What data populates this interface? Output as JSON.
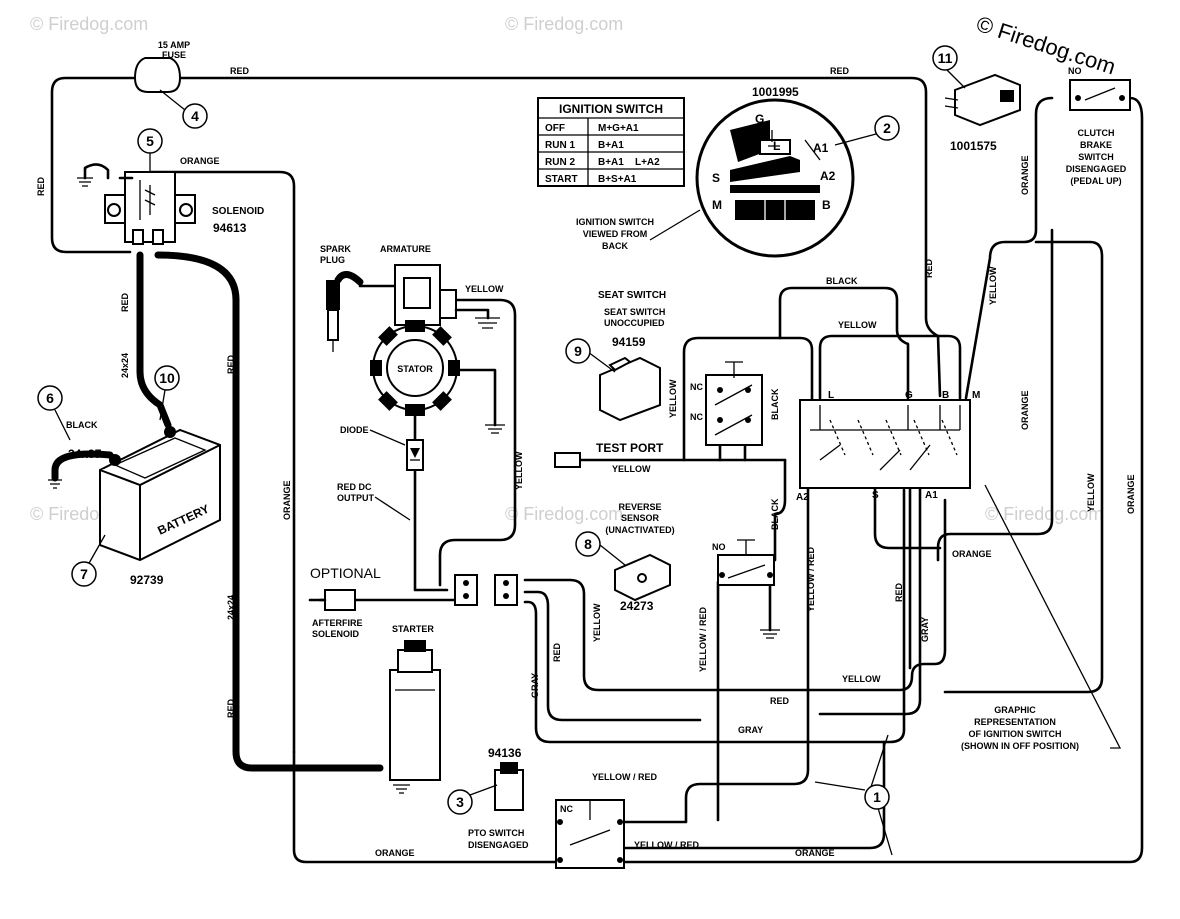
{
  "watermarks": {
    "main": "© Firedog.com",
    "faint": "© Firedog.com"
  },
  "ignition_table": {
    "title": "IGNITION SWITCH",
    "rows": [
      {
        "pos": "OFF",
        "conn": "M+G+A1"
      },
      {
        "pos": "RUN 1",
        "conn": "B+A1"
      },
      {
        "pos": "RUN 2",
        "conn": "B+A1    L+A2"
      },
      {
        "pos": "START",
        "conn": "B+S+A1"
      }
    ]
  },
  "ignition_switch": {
    "part": "1001995",
    "terminals": {
      "g": "G",
      "l": "L",
      "a1": "A1",
      "a2": "A2",
      "s": "S",
      "m": "M",
      "b": "B"
    },
    "view_line1": "IGNITION SWITCH",
    "view_line2": "VIEWED FROM",
    "view_line3": "BACK"
  },
  "fuse": {
    "line1": "15 AMP",
    "line2": "FUSE"
  },
  "solenoid": {
    "label": "SOLENOID",
    "part": "94613"
  },
  "battery": {
    "label": "BATTERY",
    "part": "92739"
  },
  "cables": {
    "c1": "24x24",
    "c2": "24x37",
    "c3": "24x24"
  },
  "spark_plug": {
    "line1": "SPARK",
    "line2": "PLUG"
  },
  "armature": "ARMATURE",
  "stator": "STATOR",
  "diode": "DIODE",
  "red_dc": {
    "line1": "RED DC",
    "line2": "OUTPUT"
  },
  "optional": "OPTIONAL",
  "afterfire": {
    "line1": "AFTERFIRE",
    "line2": "SOLENOID"
  },
  "starter": "STARTER",
  "pto": {
    "part": "94136",
    "line1": "PTO SWITCH",
    "line2": "DISENGAGED",
    "nc": "NC"
  },
  "seat_switch": {
    "title": "SEAT SWITCH",
    "line1": "SEAT SWITCH",
    "line2": "UNOCCUPIED",
    "part": "94159",
    "nc1": "NC",
    "nc2": "NC"
  },
  "reverse_sensor": {
    "line1": "REVERSE",
    "line2": "SENSOR",
    "line3": "(UNACTIVATED)",
    "part": "24273",
    "no": "NO"
  },
  "test_port": "TEST PORT",
  "clutch": {
    "no": "NO",
    "line1": "CLUTCH",
    "line2": "BRAKE",
    "line3": "SWITCH",
    "line4": "DISENGAGED",
    "line5": "(PEDAL UP)"
  },
  "connector11": {
    "part": "1001575"
  },
  "graphic_rep": {
    "line1": "GRAPHIC",
    "line2": "REPRESENTATION",
    "line3": "OF IGNITION SWITCH",
    "line4": "(SHOWN IN OFF POSITION)",
    "terminals": {
      "l": "L",
      "g": "G",
      "b": "B",
      "m": "M",
      "a2": "A2",
      "s": "S",
      "a1": "A1"
    }
  },
  "callouts": {
    "n1": "1",
    "n2": "2",
    "n3": "3",
    "n4": "4",
    "n5": "5",
    "n6": "6",
    "n7": "7",
    "n8": "8",
    "n9": "9",
    "n10": "10",
    "n11": "11"
  },
  "wires": {
    "red_top_left": "RED",
    "red_top_right": "RED",
    "red_left": "RED",
    "orange_sol": "ORANGE",
    "red_sol_down": "RED",
    "red_mid": "RED",
    "black_batt": "BLACK",
    "orange_left": "ORANGE",
    "red_bottom_left": "RED",
    "yellow_arm": "YELLOW",
    "yellow_vert": "YELLOW",
    "yellow_test": "YELLOW",
    "yellow_seat": "YELLOW",
    "black_seat": "BLACK",
    "black_top": "BLACK",
    "yellow_top": "YELLOW",
    "red_right": "RED",
    "orange_clutch": "ORANGE",
    "yellow_clutch": "YELLOW",
    "orange_right_mid": "ORANGE",
    "yellow_right": "YELLOW",
    "orange_right": "ORANGE",
    "orange_mid": "ORANGE",
    "black_rev": "BLACK",
    "yellow_red_v1": "YELLOW / RED",
    "yellow_red_v2": "YELLOW / RED",
    "red_a1": "RED",
    "gray_a1": "GRAY",
    "yellow_conn": "YELLOW",
    "red_conn": "RED",
    "gray_conn": "GRAY",
    "yellow_h": "YELLOW",
    "red_h": "RED",
    "gray_h": "GRAY",
    "yellow_red_h": "YELLOW / RED",
    "yellow_red_h2": "YELLOW / RED",
    "orange_bot_left": "ORANGE",
    "orange_bot_right": "ORANGE"
  }
}
